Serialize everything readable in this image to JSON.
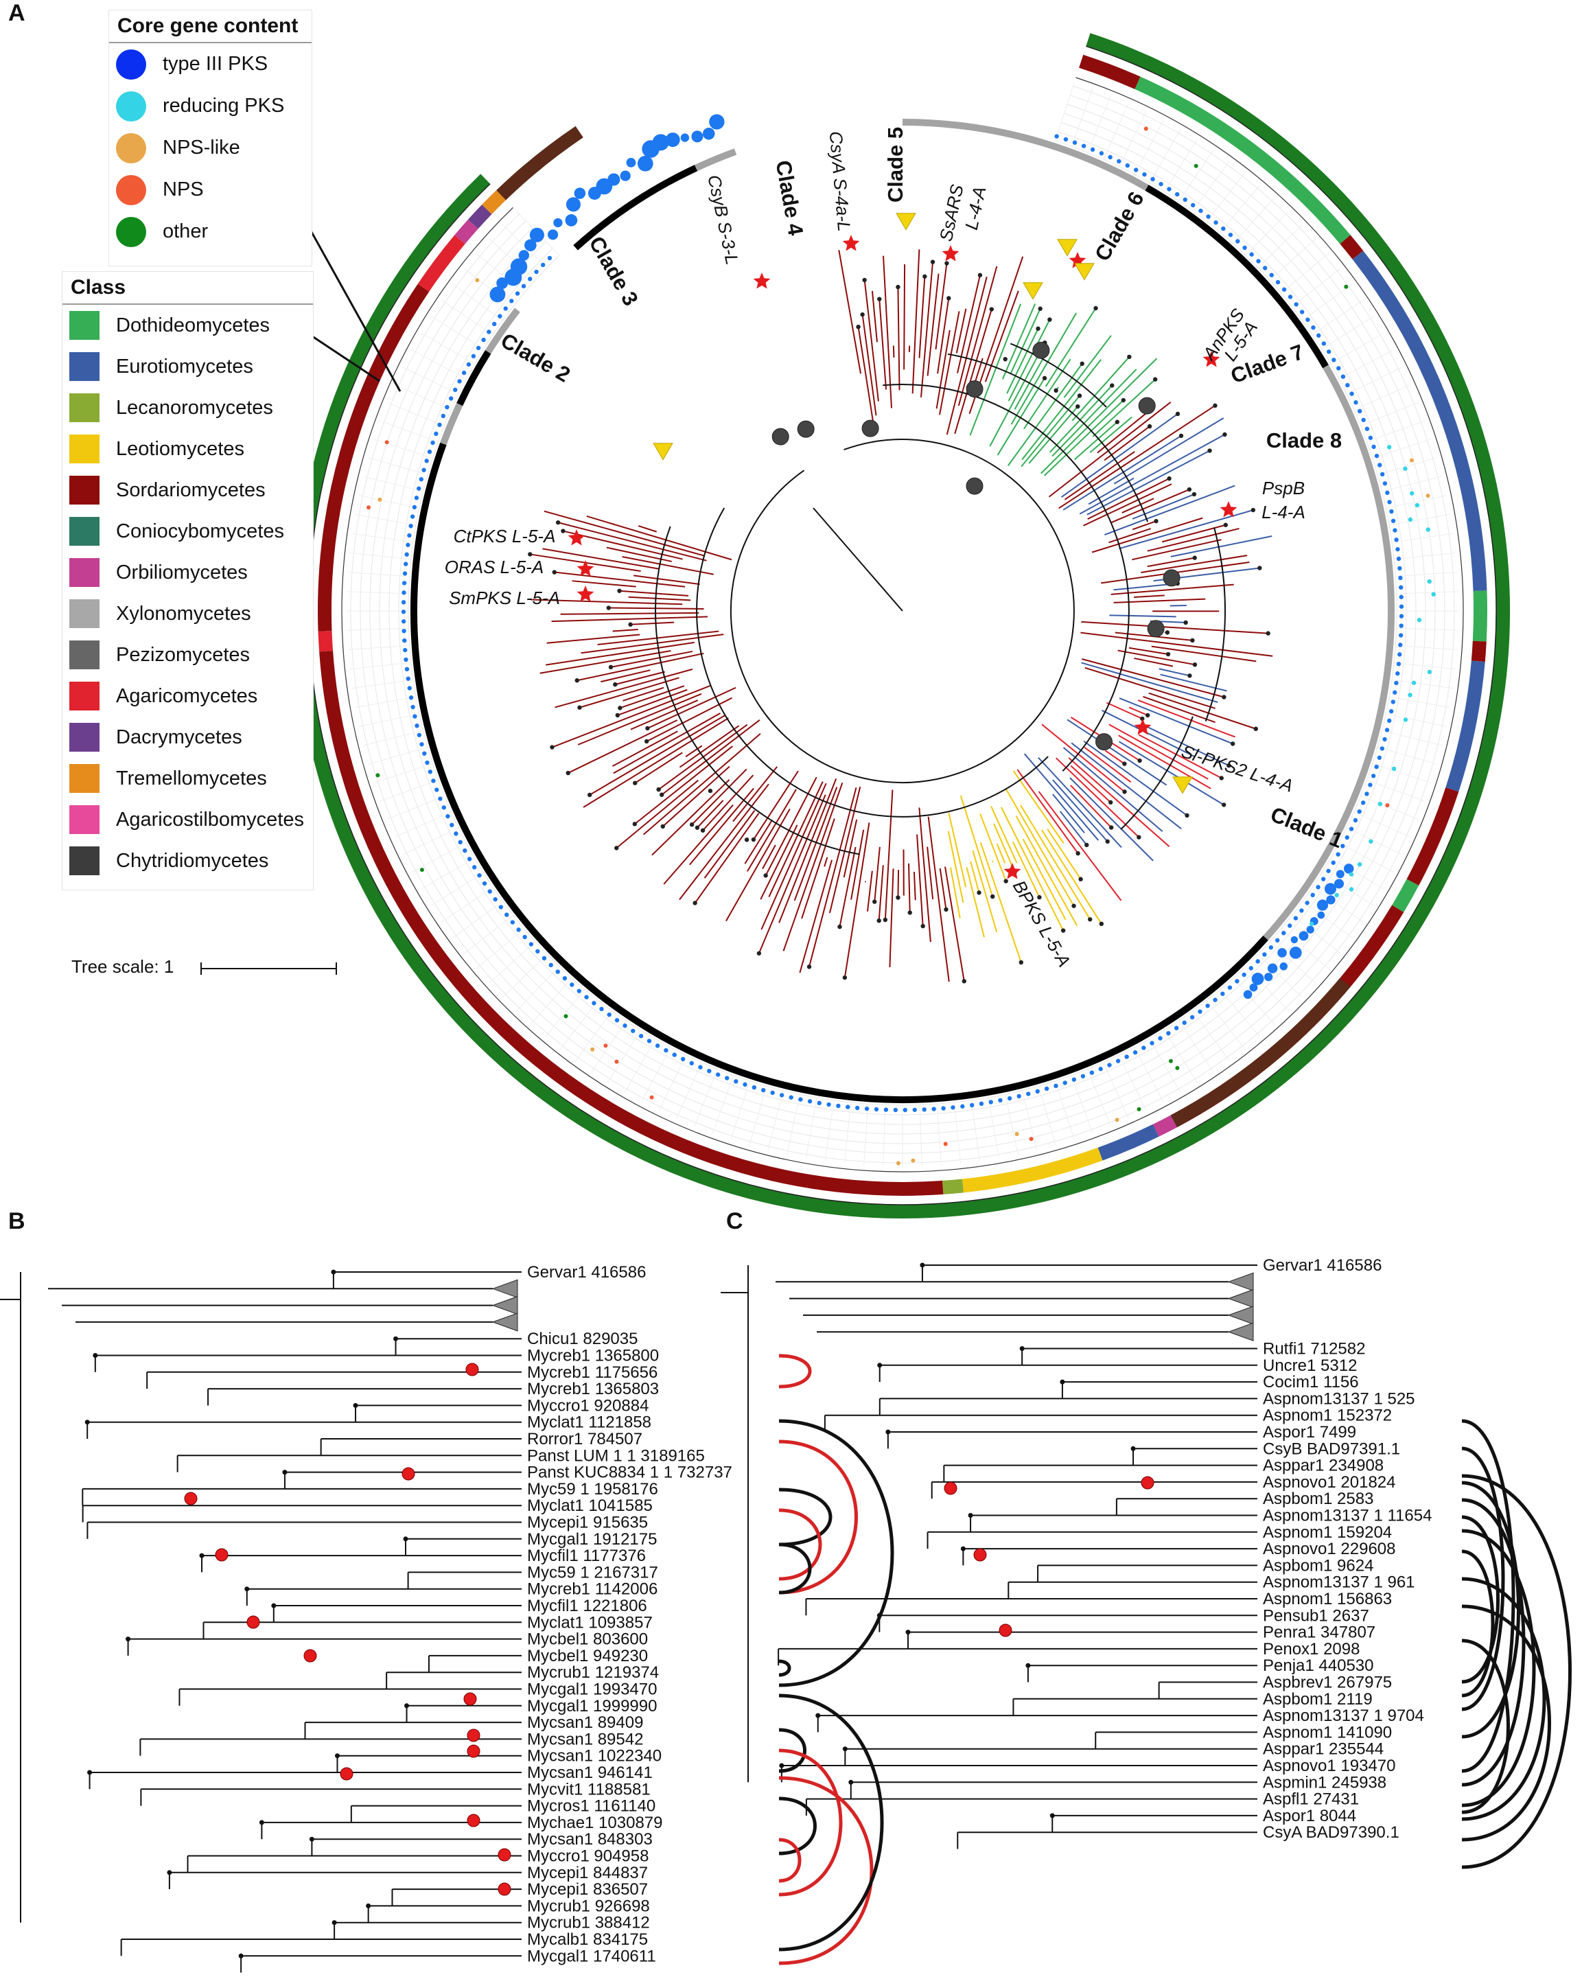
{
  "panels": {
    "a": "A",
    "b": "B",
    "c": "C"
  },
  "legend_core": {
    "title": "Core gene content",
    "items": [
      {
        "label": "type III PKS",
        "color": "#0a2ff0"
      },
      {
        "label": "reducing PKS",
        "color": "#35d3e6"
      },
      {
        "label": "NPS-like",
        "color": "#e8a74a"
      },
      {
        "label": "NPS",
        "color": "#f05a35"
      },
      {
        "label": "other",
        "color": "#118a1c"
      }
    ]
  },
  "legend_class": {
    "title": "Class",
    "items": [
      {
        "label": "Dothideomycetes",
        "color": "#35ae55"
      },
      {
        "label": "Eurotiomycetes",
        "color": "#3a5da6"
      },
      {
        "label": "Lecanoromycetes",
        "color": "#8aab33"
      },
      {
        "label": "Leotiomycetes",
        "color": "#f2c80f"
      },
      {
        "label": "Sordariomycetes",
        "color": "#8e0c0c"
      },
      {
        "label": "Coniocybomycetes",
        "color": "#2c7a64"
      },
      {
        "label": "Orbiliomycetes",
        "color": "#c23f92"
      },
      {
        "label": "Xylonomycetes",
        "color": "#a8a8a8"
      },
      {
        "label": "Pezizomycetes",
        "color": "#666666"
      },
      {
        "label": "Agaricomycetes",
        "color": "#e0232e"
      },
      {
        "label": "Dacrymycetes",
        "color": "#6c3f8e"
      },
      {
        "label": "Tremellomycetes",
        "color": "#e58c1c"
      },
      {
        "label": "Agaricostilbomycetes",
        "color": "#e74a9a"
      },
      {
        "label": "Chytridiomycetes",
        "color": "#3c3c3c"
      }
    ]
  },
  "tree_scale": {
    "label": "Tree scale: 1"
  },
  "clades": [
    "Clade 1",
    "Clade 2",
    "Clade 3",
    "Clade 4",
    "Clade 5",
    "Clade 6",
    "Clade 7",
    "Clade 8"
  ],
  "annotations": {
    "csyb": "CsyB S-3-L",
    "csya": "CsyA S-4a-L",
    "ssars_1": "SsARS",
    "ssars_2": "L-4-A",
    "anpks_1": "AnPKS",
    "anpks_2": "L-5-A",
    "pspb_1": "PspB",
    "pspb_2": "L-4-A",
    "slpks2": "Sl-PKS2 L-4-A",
    "bpks": "BPKS L-5-A",
    "ctpks": "CtPKS L-5-A",
    "oras": "ORAS L-5-A",
    "smpks": "SmPKS L-5-A"
  },
  "panel_b_leaves": [
    "Gervar1 416586",
    "Chicu1 829035",
    "Mycreb1 1365800",
    "Mycreb1 1175656",
    "Mycreb1 1365803",
    "Myccro1 920884",
    "Myclat1 1121858",
    "Rorror1 784507",
    "Panst LUM 1 1 3189165",
    "Panst KUC8834 1 1 732737",
    "Myc59 1 1958176",
    "Myclat1 1041585",
    "Mycepi1 915635",
    "Mycgal1 1912175",
    "Mycfil1 1177376",
    "Myc59 1 2167317",
    "Mycreb1 1142006",
    "Mycfil1 1221806",
    "Myclat1 1093857",
    "Mycbel1 803600",
    "Mycbel1 949230",
    "Mycrub1 1219374",
    "Mycgal1 1993470",
    "Mycgal1 1999990",
    "Mycsan1 89409",
    "Mycsan1 89542",
    "Mycsan1 1022340",
    "Mycsan1 946141",
    "Mycvit1 1188581",
    "Mycros1 1161140",
    "Mychae1 1030879",
    "Mycsan1 848303",
    "Myccro1 904958",
    "Mycepi1 844837",
    "Mycepi1 836507",
    "Mycrub1 926698",
    "Mycrub1 388412",
    "Mycalb1 834175",
    "Mycgal1 1740611"
  ],
  "panel_c_leaves": [
    "Gervar1 416586",
    "Rutfi1 712582",
    "Uncre1 5312",
    "Cocim1 1156",
    "Aspnom13137 1 525",
    "Aspnom1 152372",
    "Aspor1 7499",
    "CsyB BAD97391.1",
    "Asppar1 234908",
    "Aspnovo1 201824",
    "Aspbom1 2583",
    "Aspnom13137 1 11654",
    "Aspnom1 159204",
    "Aspnovo1 229608",
    "Aspbom1 9624",
    "Aspnom13137 1 961",
    "Aspnom1 156863",
    "Pensub1 2637",
    "Penra1 347807",
    "Penox1 2098",
    "Penja1 440530",
    "Aspbrev1 267975",
    "Aspbom1 2119",
    "Aspnom13137 1 9704",
    "Aspnom1 141090",
    "Asppar1 235544",
    "Aspnovo1 193470",
    "Aspmin1 245938",
    "Aspfl1 27431",
    "Aspor1 8044",
    "CsyA BAD97390.1"
  ],
  "colors": {
    "tree_line": "#111111",
    "support_node": "#e41a1c",
    "arc_red": "#d62424",
    "arc_black": "#111111",
    "outer_ring": "#1c7a21",
    "dot_blue": "#1e78f0"
  }
}
